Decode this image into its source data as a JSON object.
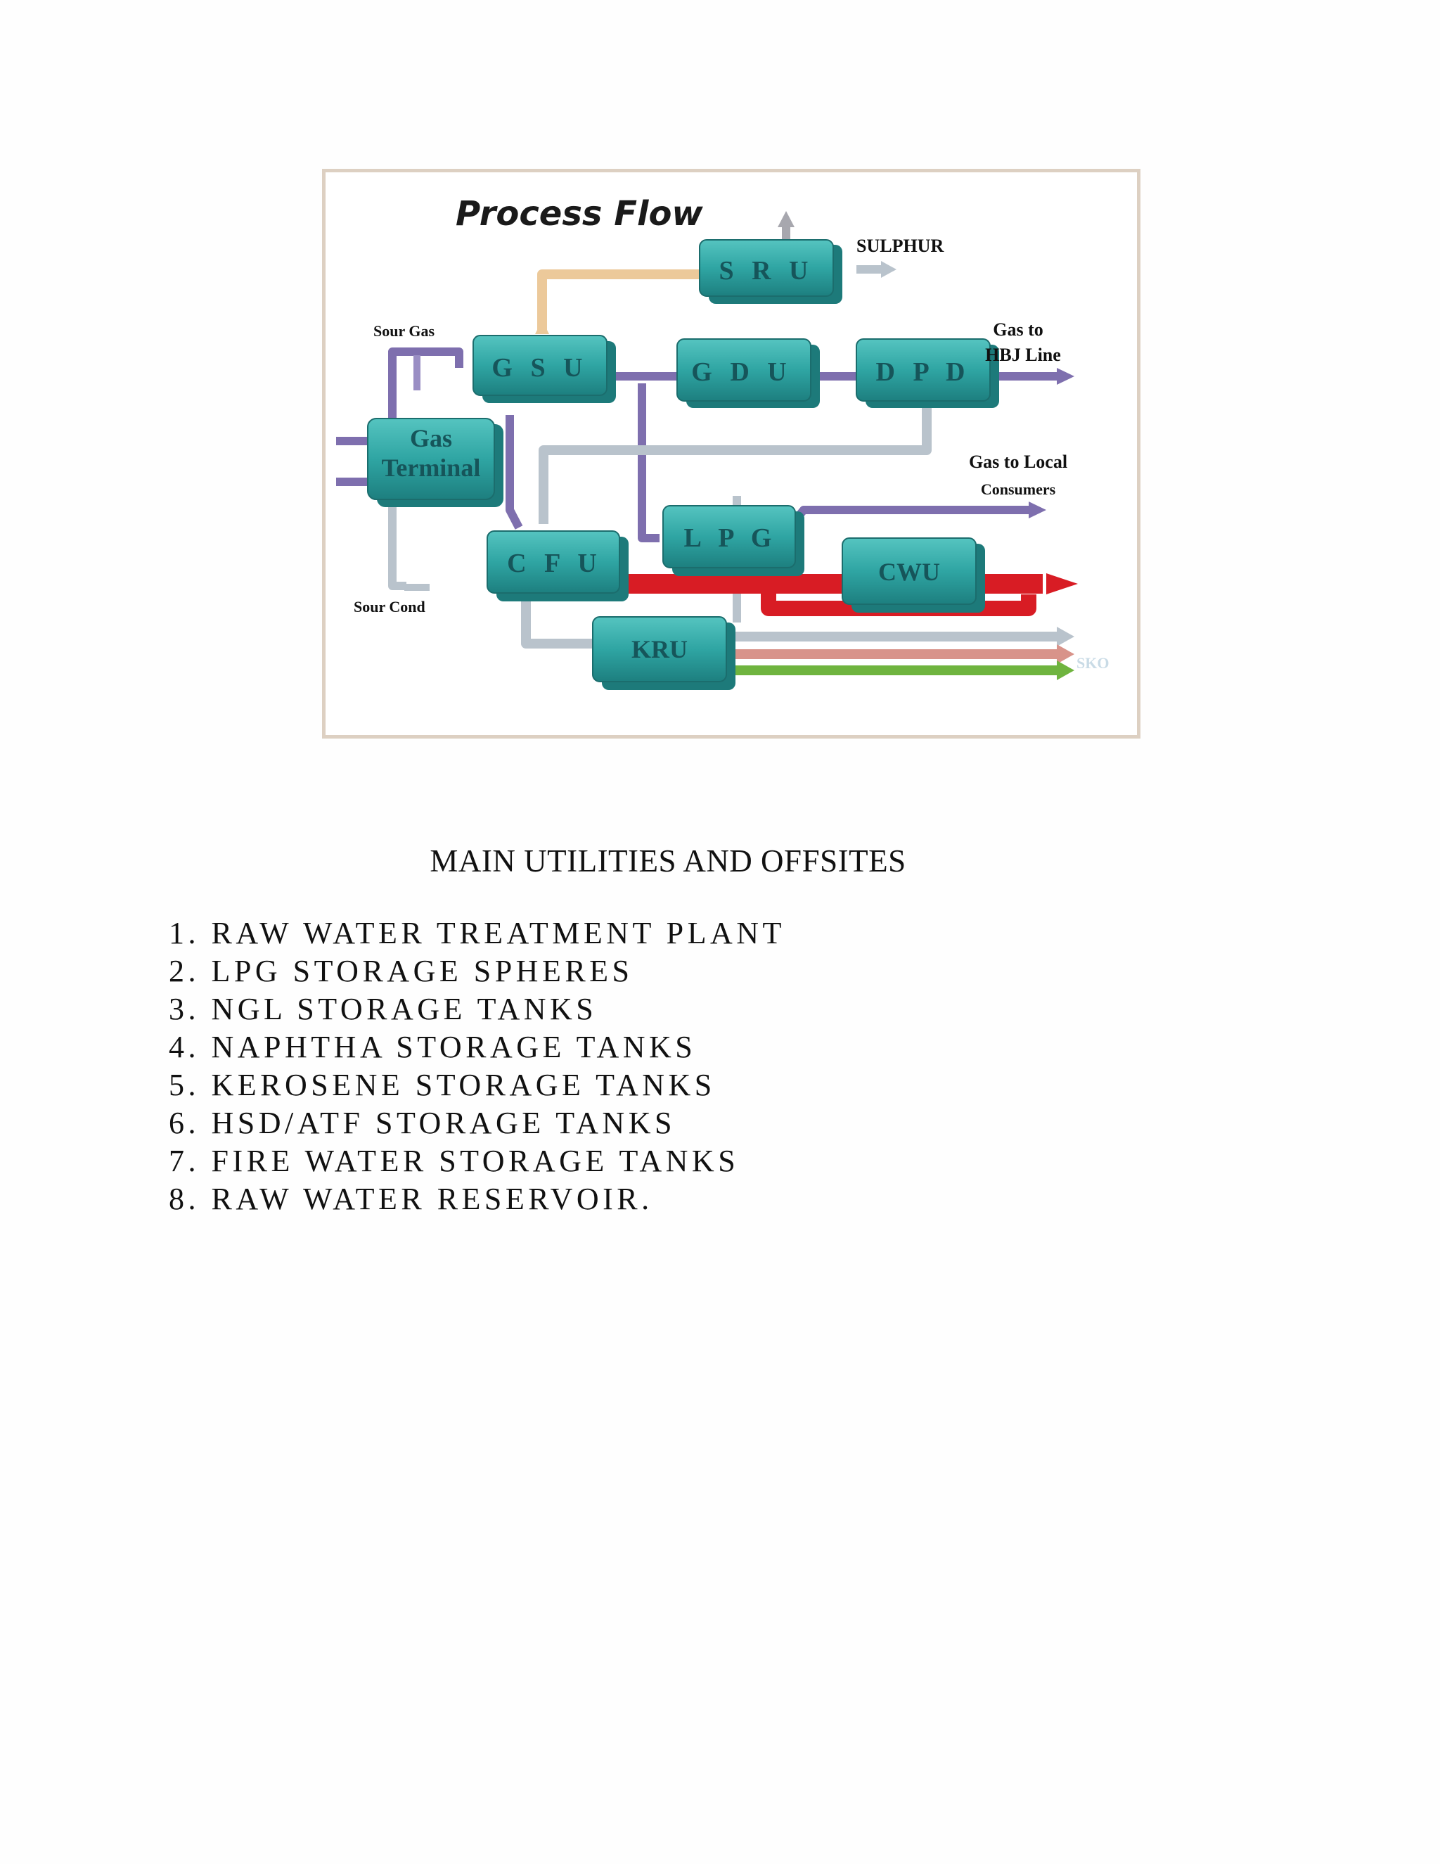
{
  "figure": {
    "title": "Process Flow",
    "nodes": {
      "sru": "S R U",
      "gsu": "G S U",
      "gdu": "G D U",
      "dpd": "D P D",
      "gas_terminal_line1": "Gas",
      "gas_terminal_line2": "Terminal",
      "lpg": "L P G",
      "cfu": "C F U",
      "cwu": "CWU",
      "kru": "KRU"
    },
    "labels": {
      "sulphur": "SULPHUR",
      "sour_gas": "Sour Gas",
      "gas_to_hbj_line1": "Gas to",
      "gas_to_hbj_line2": "HBJ Line",
      "gas_to_local_line1": "Gas to Local",
      "gas_to_local_line2": "Consumers",
      "sour_cond": "Sour Cond",
      "sko": "SKO"
    },
    "colors": {
      "node": "#2fa5a3",
      "gas_pipe": "#7e6fae",
      "grey_pipe": "#b9c3cc",
      "hot_pipe": "#d81c24",
      "sulphur_pipe": "#ecc99a",
      "salmon_pipe": "#d8938a",
      "green_pipe": "#6fb43f"
    }
  },
  "section_title": "MAIN UTILITIES AND OFFSITES",
  "items": [
    "1. RAW WATER TREATMENT PLANT",
    "2. LPG STORAGE SPHERES",
    "3.  NGL STORAGE TANKS",
    "4. NAPHTHA STORAGE TANKS",
    "5. KEROSENE STORAGE TANKS",
    "6. HSD/ATF STORAGE TANKS",
    "7. FIRE WATER STORAGE TANKS",
    "8. RAW WATER RESERVOIR."
  ]
}
